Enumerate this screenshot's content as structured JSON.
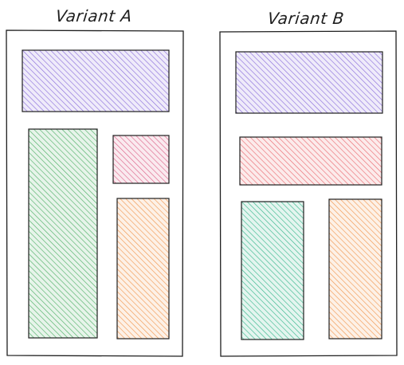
{
  "variants": [
    {
      "title": "Variant A",
      "blocks": [
        {
          "role": "header",
          "color": "#7c5cd6"
        },
        {
          "role": "tall-left",
          "color": "#3aa655"
        },
        {
          "role": "small-top-right",
          "color": "#d9507a"
        },
        {
          "role": "bottom-right",
          "color": "#f08a3a"
        }
      ]
    },
    {
      "title": "Variant B",
      "blocks": [
        {
          "role": "header",
          "color": "#7c5cd6"
        },
        {
          "role": "banner",
          "color": "#e8585f"
        },
        {
          "role": "bottom-left",
          "color": "#1fae7f"
        },
        {
          "role": "bottom-right",
          "color": "#f08a3a"
        }
      ]
    }
  ],
  "stroke_color": "#1e1e1e",
  "background_color": "#ffffff"
}
